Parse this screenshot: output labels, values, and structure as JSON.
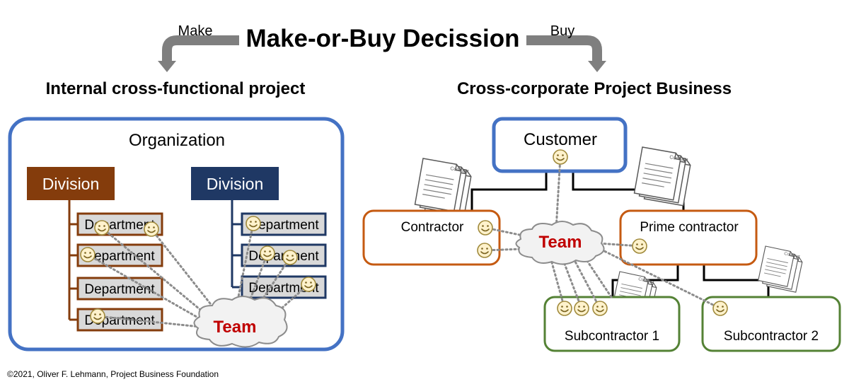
{
  "header": {
    "title": "Make-or-Buy Decission",
    "make_label": "Make",
    "buy_label": "Buy"
  },
  "left": {
    "heading": "Internal cross-functional project",
    "org_label": "Organization",
    "division_left": "Division",
    "division_right": "Division",
    "departments_left": [
      "Department",
      "Department",
      "Department",
      "Department"
    ],
    "departments_right": [
      "Department",
      "Department",
      "Department"
    ],
    "team_label": "Team",
    "colors": {
      "org_border": "#4472c4",
      "division_left": "#843c0c",
      "division_right": "#1f3864",
      "team_text": "#c00000"
    }
  },
  "right": {
    "heading": "Cross-corporate Project Business",
    "customer_label": "Customer",
    "contractor_label": "Contractor",
    "prime_label": "Prime contractor",
    "team_label": "Team",
    "sub1_label": "Subcontractor 1",
    "sub2_label": "Subcontractor 2",
    "contract_label": "Contract",
    "colors": {
      "customer_border": "#4472c4",
      "contractor_border": "#c55a11",
      "sub_border": "#548235"
    }
  },
  "footer": {
    "copyright": "©2021, Oliver F. Lehmann, Project Business Foundation"
  }
}
